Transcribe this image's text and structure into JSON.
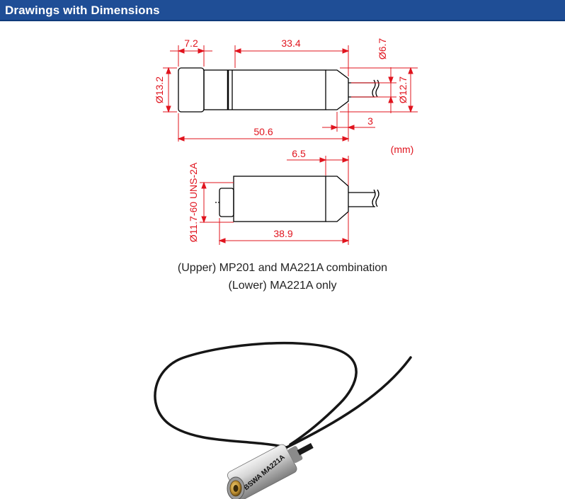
{
  "header": {
    "title": "Drawings with Dimensions"
  },
  "drawing": {
    "dim_cap_length": "7.2",
    "dim_body_length": "33.4",
    "dim_cable_dia": "Ø6.7",
    "dim_cap_dia": "Ø13.2",
    "dim_body_dia": "Ø12.7",
    "dim_taper": "3",
    "dim_total_upper": "50.6",
    "unit": "(mm)",
    "dim_lower_offset": "6.5",
    "dim_thread": "Ø11.7-60 UNS-2A",
    "dim_total_lower": "38.9"
  },
  "captions": {
    "upper": "(Upper) MP201 and MA221A combination",
    "lower": "(Lower) MA221A only"
  },
  "photo": {
    "label": "BSWA MA221A"
  },
  "colors": {
    "header_bg": "#1f4e96",
    "dimension": "#e0141e",
    "outline": "#000000"
  }
}
